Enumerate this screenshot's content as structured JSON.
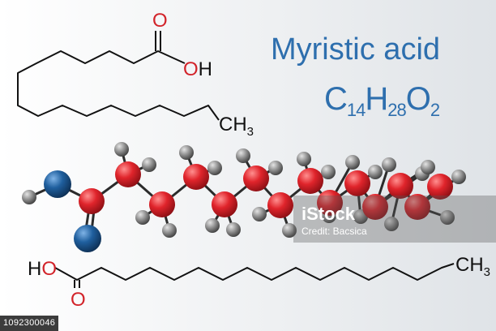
{
  "molecule": {
    "name": "Myristic acid",
    "formula": {
      "c": "C",
      "c_count": "14",
      "h": "H",
      "h_count": "28",
      "o": "O",
      "o_count": "2"
    }
  },
  "top_structure": {
    "carbonyl_label": "O",
    "hydroxyl_label": "OH",
    "methyl_label": "CH",
    "methyl_subscript": "3"
  },
  "bottom_structure": {
    "hydroxyl_label": "HO",
    "carbonyl_label": "O",
    "methyl_label": "CH",
    "methyl_subscript": "3"
  },
  "ball_model": {
    "carbon_color": "#e0242b",
    "oxygen_color": "#1f5f9e",
    "hydrogen_color": "#8e8e8e"
  },
  "watermark": {
    "logo": "iStock",
    "credit": "Credit: Bacsica"
  },
  "stock_code": "1092300046"
}
